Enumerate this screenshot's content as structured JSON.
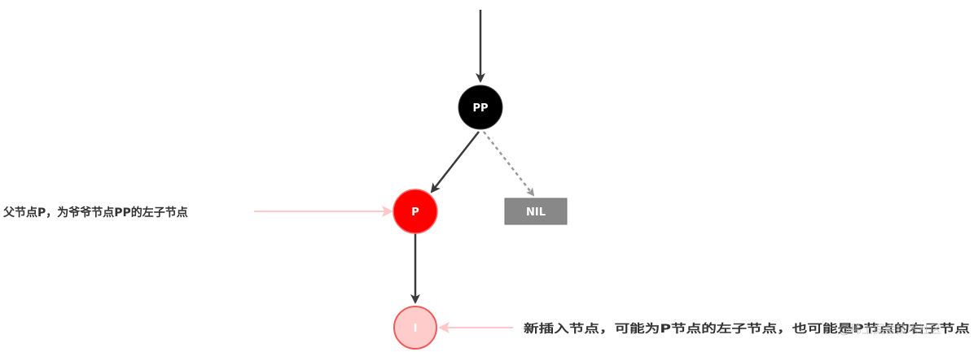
{
  "colors": {
    "edge": "#3a3a3a",
    "dashed_edge": "#999999",
    "annotation_arrow": "#ffc7c7",
    "black_node": "#000000",
    "red_node": "#ff0000",
    "red_node_border": "#ff6b6b",
    "inserted_node_fill": "#ffcccc",
    "inserted_node_border": "#f05a5a",
    "nil_fill": "#888888",
    "nil_border": "#777777",
    "annotation_text": "#333333"
  },
  "nodes": {
    "grandparent": {
      "label": "PP",
      "color": "black"
    },
    "parent": {
      "label": "P",
      "color": "red"
    },
    "inserted": {
      "label": "I",
      "color": "light-red"
    },
    "nil": {
      "label": "NIL"
    }
  },
  "annotations": {
    "parent_note": "父节点P，为爷爷节点PP的左子节点",
    "inserted_note": "新插入节点，可能为P节点的左子节点，也可能是P节点的右子节点"
  },
  "watermark": "@稀土掘金技术社区"
}
